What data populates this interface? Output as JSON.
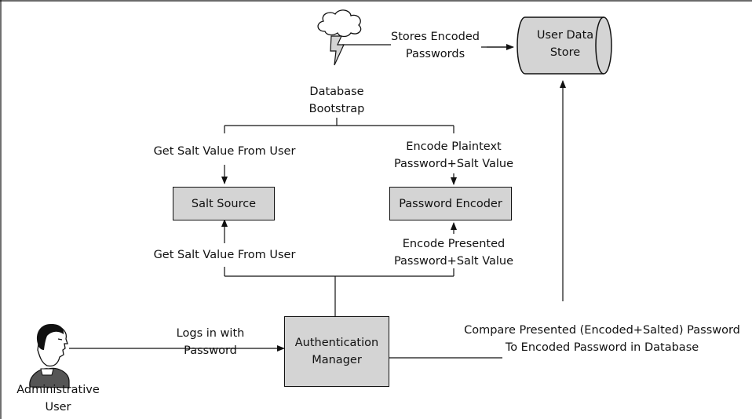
{
  "nodes": {
    "database_bootstrap": [
      "Database",
      "Bootstrap"
    ],
    "user_data_store": [
      "User Data",
      "Store"
    ],
    "salt_source": "Salt Source",
    "password_encoder": "Password Encoder",
    "authentication_manager": [
      "Authentication",
      "Manager"
    ],
    "administrative_user": [
      "Administrative",
      "User"
    ]
  },
  "edges": {
    "stores_encoded": [
      "Stores Encoded",
      "Passwords"
    ],
    "get_salt_top": "Get Salt Value From User",
    "encode_plaintext": [
      "Encode Plaintext",
      "Password+Salt Value"
    ],
    "get_salt_bottom": "Get Salt Value From User",
    "encode_presented": [
      "Encode Presented",
      "Password+Salt Value"
    ],
    "logs_in": [
      "Logs in with",
      "Password"
    ],
    "compare": [
      "Compare Presented (Encoded+Salted) Password",
      "To Encoded Password in Database"
    ]
  },
  "colors": {
    "box_fill": "#d4d4d4",
    "line": "#111111"
  },
  "icons": {
    "bootstrap": "cloud-lightning-icon",
    "user": "person-head-icon"
  }
}
